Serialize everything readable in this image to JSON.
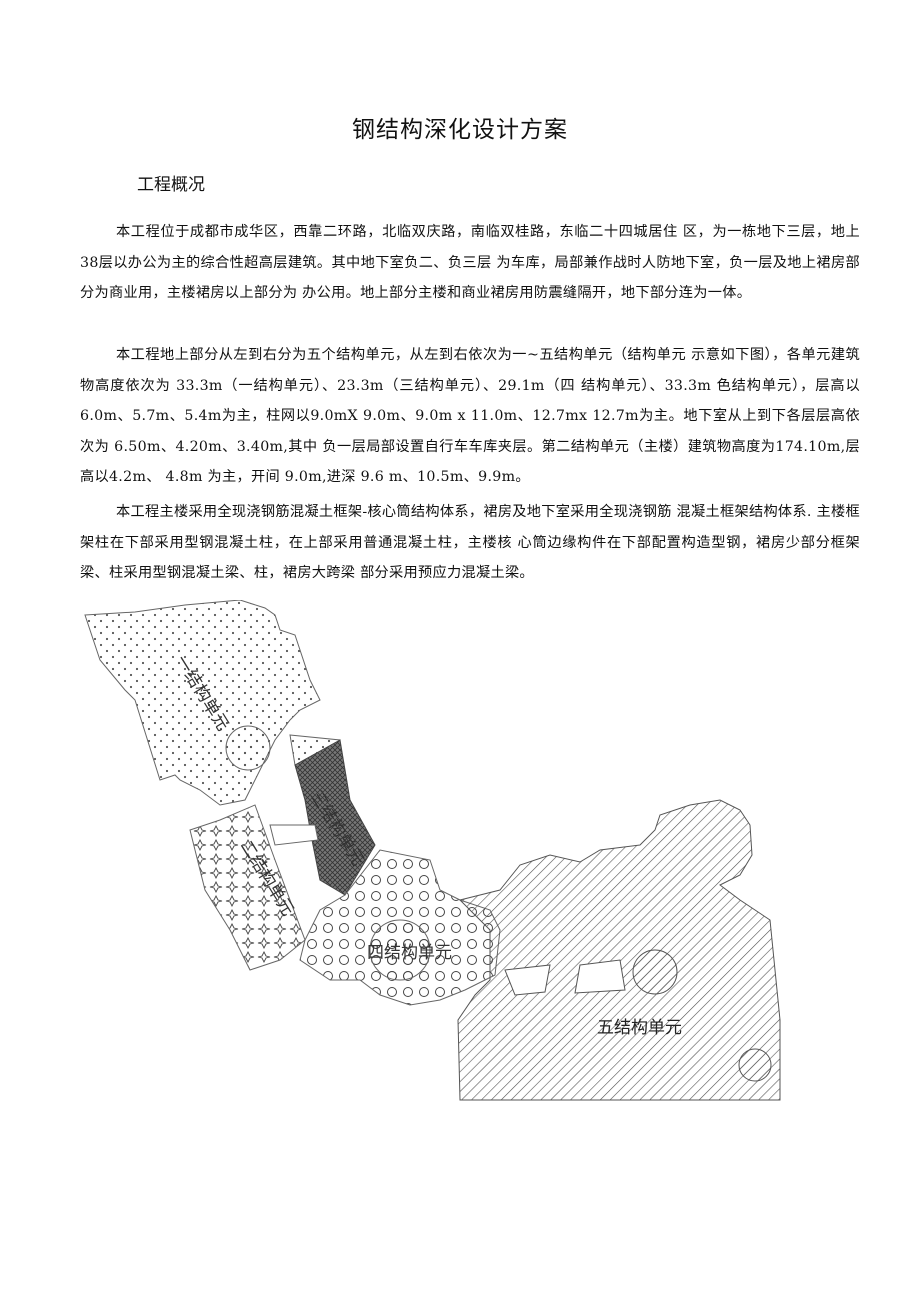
{
  "document": {
    "title": "钢结构深化设计方案",
    "section_heading": "工程概况",
    "paragraphs": [
      "本工程位于成都市成华区，西靠二环路，北临双庆路，南临双桂路，东临二十四城居住 区，为一栋地下三层，地上38层以办公为主的综合性超高层建筑。其中地下室负二、负三层 为车库，局部兼作战时人防地下室，负一层及地上裙房部分为商业用，主楼裙房以上部分为 办公用。地上部分主楼和商业裙房用防震缝隔开，地下部分连为一体。",
      "本工程地上部分从左到右分为五个结构单元，从左到右依次为一~五结构单元（结构单元 示意如下图），各单元建筑物高度依次为 33.3m（一结构单元）、23.3m（三结构单元）、29.1m（四 结构单元）、33.3m 色结构单元），层高以6.0m、5.7m、5.4m为主，柱网以9.0mX 9.0m、9.0m x 11.0m、12.7mx 12.7m为主。地下室从上到下各层层高依次为 6.50m、4.20m、3.40m,其中 负一层局部设置自行车车库夹层。第二结构单元（主楼）建筑物高度为174.10m,层高以4.2m、 4.8m 为主，开间 9.0m,进深 9.6 m、10.5m、9.9m。",
      "本工程主楼采用全现浇钢筋混凝土框架-核心筒结构体系，裙房及地下室采用全现浇钢筋 混凝土框架结构体系. 主楼框架柱在下部采用型钢混凝土柱，在上部采用普通混凝土柱，主楼核 心筒边缘构件在下部配置构造型钢，裙房少部分框架梁、柱采用型钢混凝土梁、柱，裙房大跨梁 部分采用预应力混凝土梁。"
    ]
  },
  "figure": {
    "labels": {
      "unit1": "一结构单元",
      "unit2": "二结构单元",
      "unit3": "三结构单元",
      "unit4": "四结构单元",
      "unit5": "五结构单元"
    }
  }
}
